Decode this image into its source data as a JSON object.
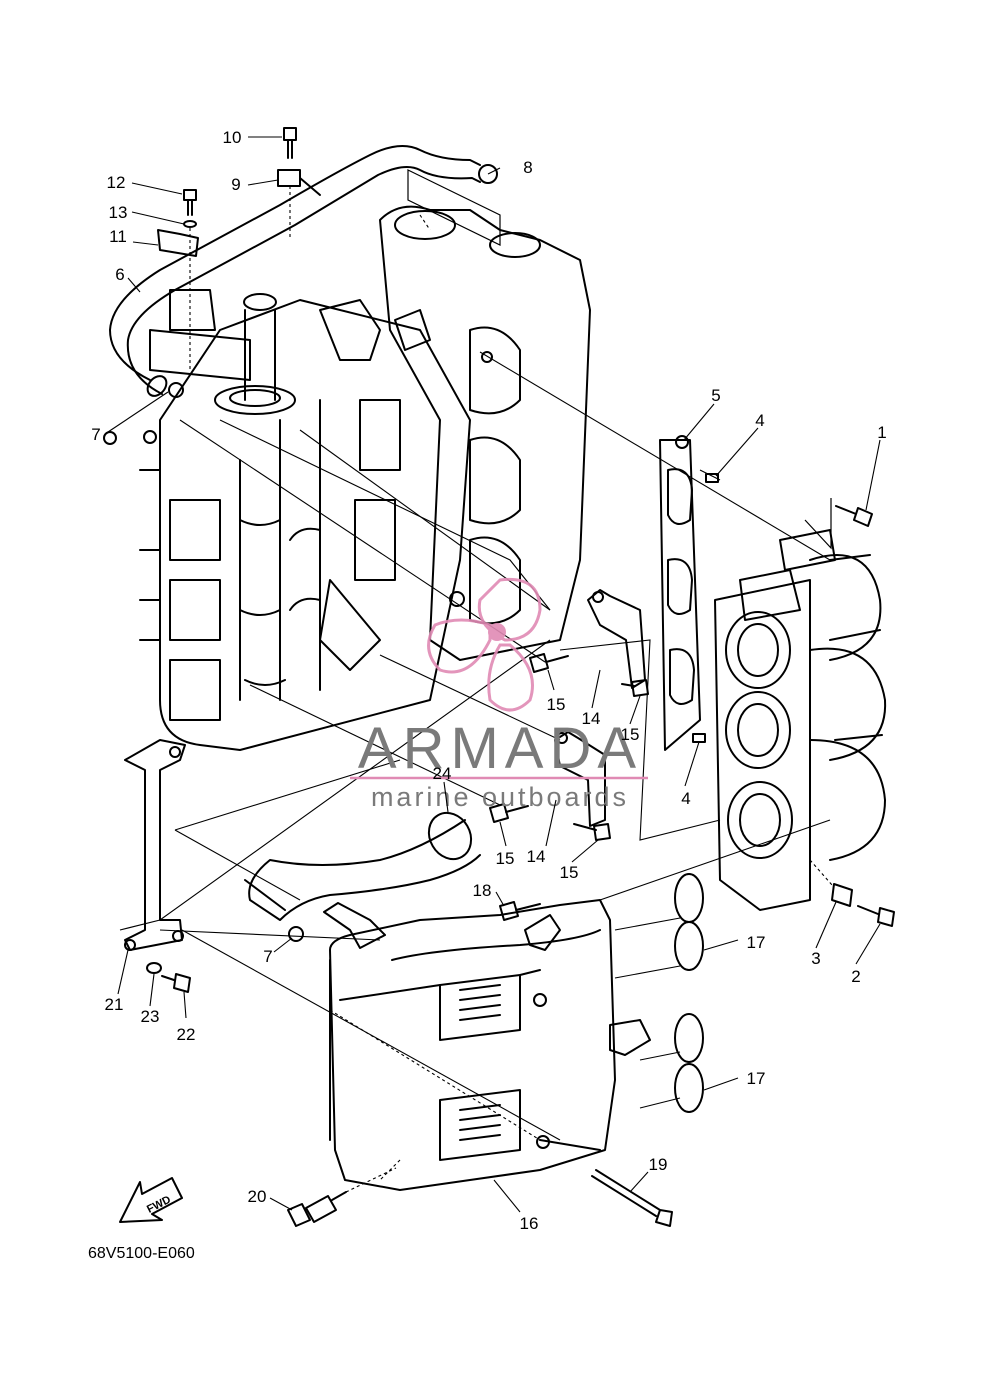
{
  "diagram": {
    "drawing_code": "68V5100-E060",
    "direction_badge": "FWD",
    "callouts": [
      {
        "label": "1"
      },
      {
        "label": "2"
      },
      {
        "label": "3"
      },
      {
        "label": "4"
      },
      {
        "label": "4"
      },
      {
        "label": "5"
      },
      {
        "label": "6"
      },
      {
        "label": "7"
      },
      {
        "label": "7"
      },
      {
        "label": "8"
      },
      {
        "label": "9"
      },
      {
        "label": "10"
      },
      {
        "label": "11"
      },
      {
        "label": "12"
      },
      {
        "label": "13"
      },
      {
        "label": "14"
      },
      {
        "label": "14"
      },
      {
        "label": "15"
      },
      {
        "label": "15"
      },
      {
        "label": "15"
      },
      {
        "label": "15"
      },
      {
        "label": "16"
      },
      {
        "label": "17"
      },
      {
        "label": "17"
      },
      {
        "label": "18"
      },
      {
        "label": "19"
      },
      {
        "label": "20"
      },
      {
        "label": "21"
      },
      {
        "label": "22"
      },
      {
        "label": "23"
      },
      {
        "label": "24"
      }
    ]
  },
  "watermark": {
    "brand": "ARMADA",
    "tagline": "marine outboards",
    "color": "#e08ab4",
    "text_color": "#7a7a7a"
  }
}
